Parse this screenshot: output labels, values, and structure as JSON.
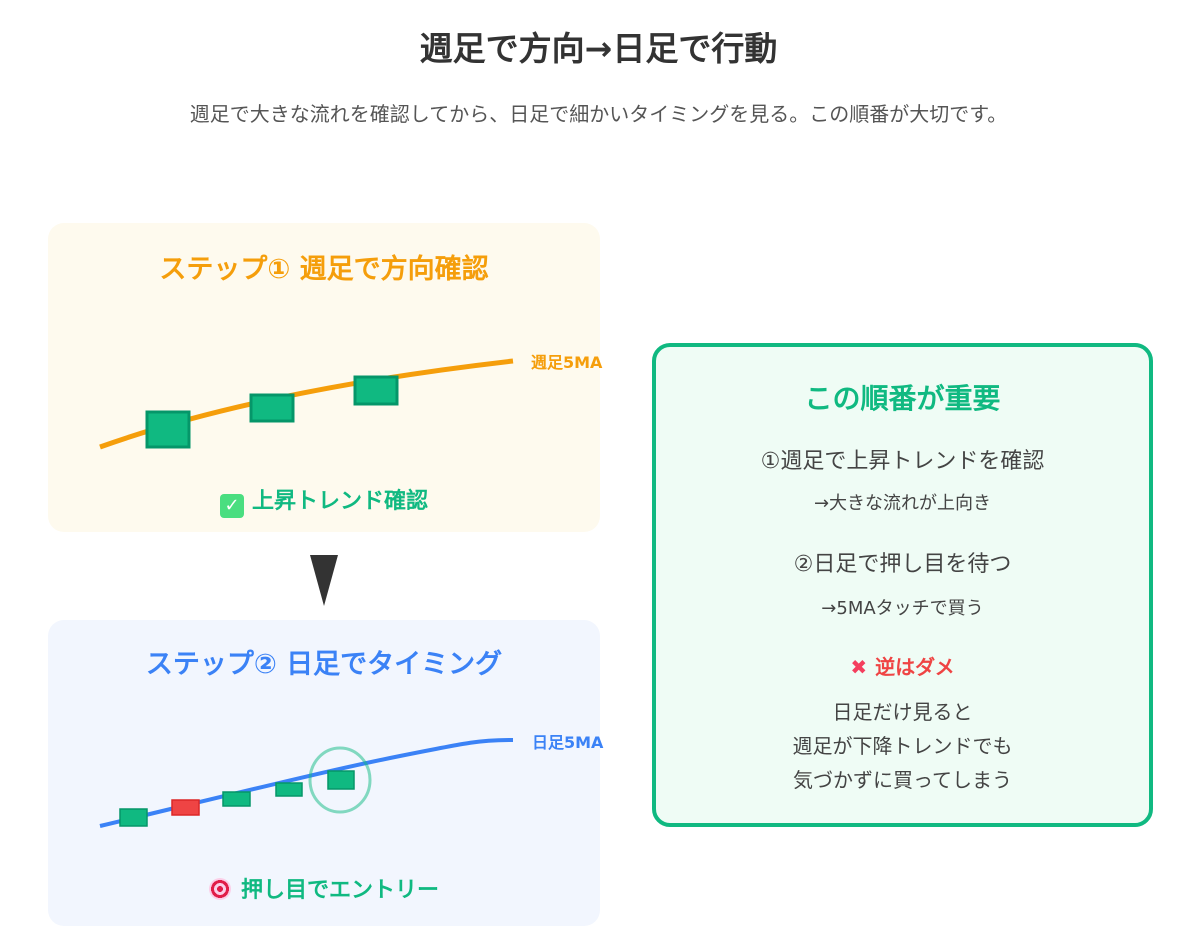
{
  "header": {
    "title": "週足で方向→日足で行動",
    "subtitle": "週足で大きな流れを確認してから、日足で細かいタイミングを見る。この順番が大切です。"
  },
  "step1": {
    "title": "ステップ① 週足で方向確認",
    "ma_label": "週足5MA",
    "result": "上昇トレンド確認",
    "result_icon": "check-mark-icon",
    "color": "#f59e0b"
  },
  "step2": {
    "title": "ステップ② 日足でタイミング",
    "ma_label": "日足5MA",
    "result": "押し目でエントリー",
    "result_icon": "target-icon",
    "color": "#3b82f6"
  },
  "summary": {
    "title": "この順番が重要",
    "point1": "①週足で上昇トレンドを確認",
    "point1_sub": "→大きな流れが上向き",
    "point2": "②日足で押し目を待つ",
    "point2_sub": "→5MAタッチで買う",
    "warning": "逆はダメ",
    "warning_icon": "cross-mark-icon",
    "warning_lines": [
      "日足だけ見ると",
      "週足が下降トレンドでも",
      "気づかずに買ってしまう"
    ],
    "accent": "#10b981",
    "warning_color": "#ef4444"
  }
}
